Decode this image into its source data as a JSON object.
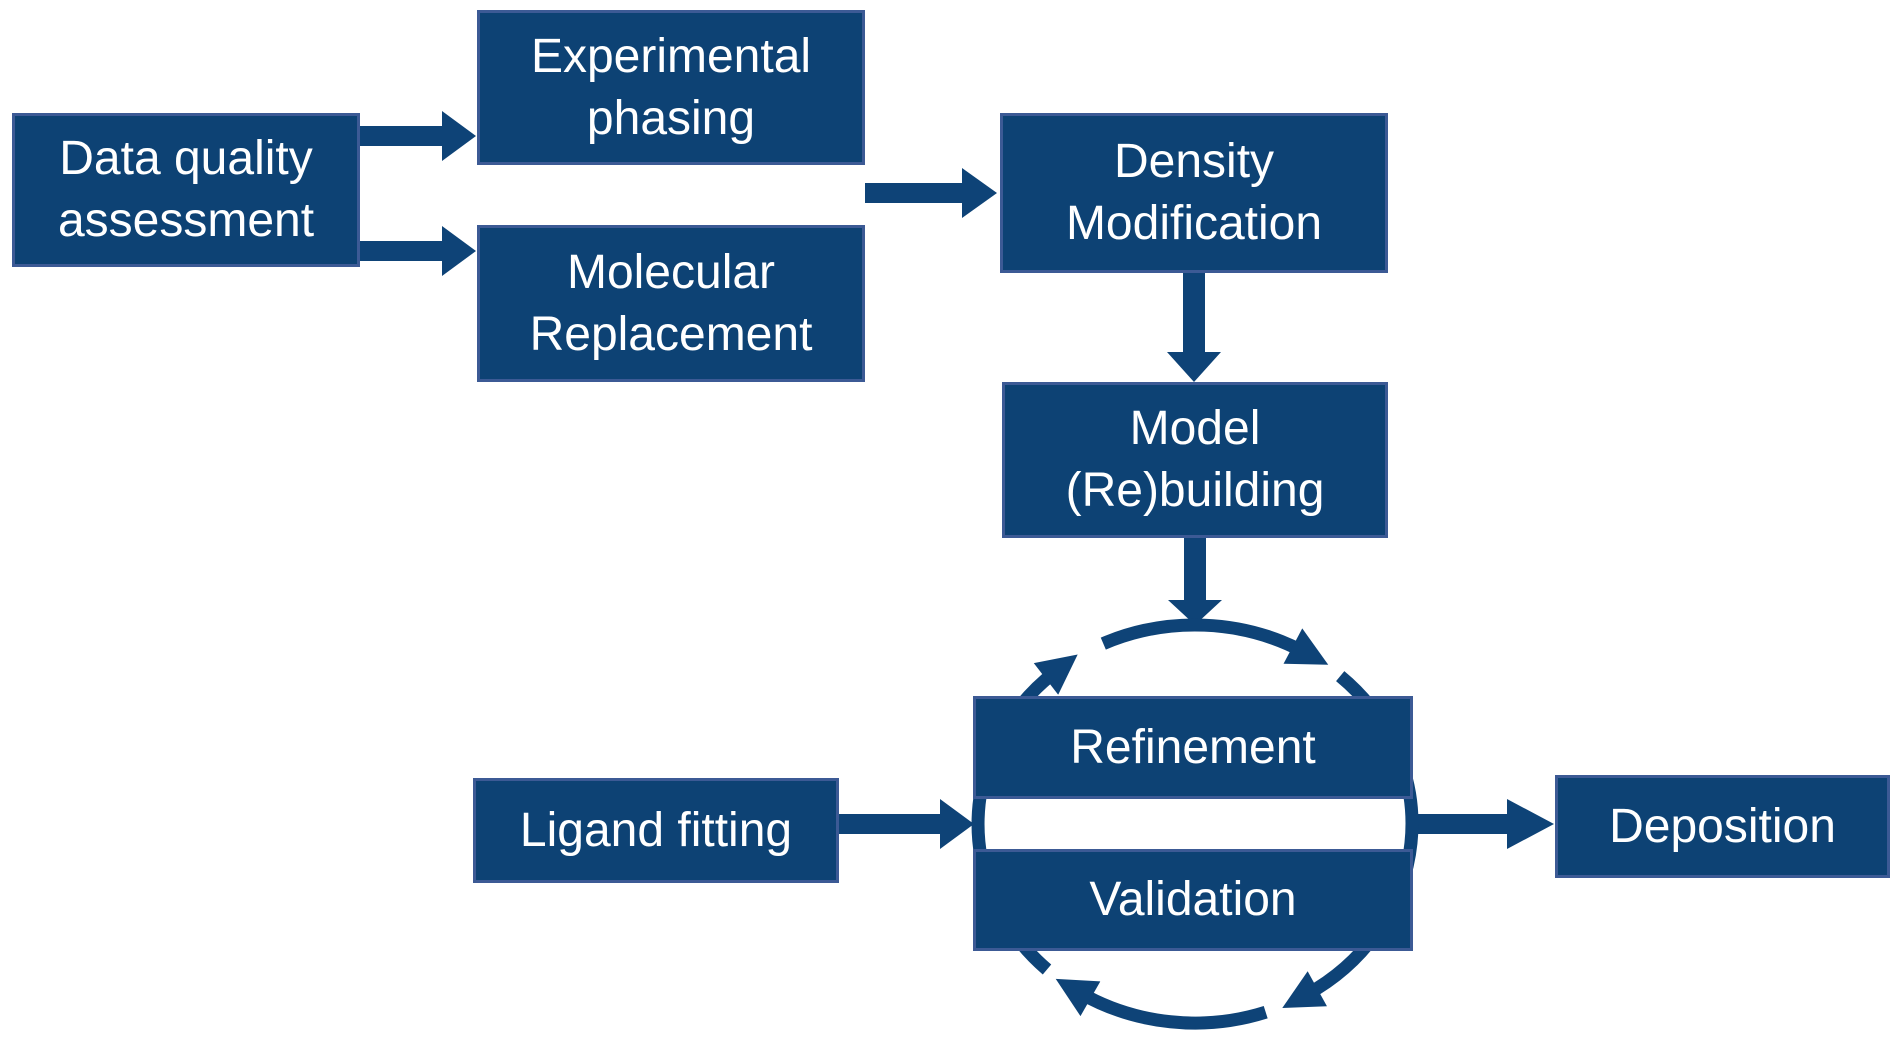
{
  "boxes": {
    "data_quality": {
      "label": "Data quality\nassessment"
    },
    "experimental_phasing": {
      "label": "Experimental\nphasing"
    },
    "molecular_replacement": {
      "label": "Molecular\nReplacement"
    },
    "density_modification": {
      "label": "Density\nModification"
    },
    "model_rebuilding": {
      "label": "Model\n(Re)building"
    },
    "refinement": {
      "label": "Refinement"
    },
    "validation": {
      "label": "Validation"
    },
    "ligand_fitting": {
      "label": "Ligand fitting"
    },
    "deposition": {
      "label": "Deposition"
    }
  },
  "colors": {
    "box_fill": "#0D4274",
    "box_border": "#3C5A95",
    "arrow": "#0E4377",
    "text": "#FFFFFF"
  },
  "cycle": {
    "direction": "clockwise",
    "arrowhead_count": 4
  }
}
